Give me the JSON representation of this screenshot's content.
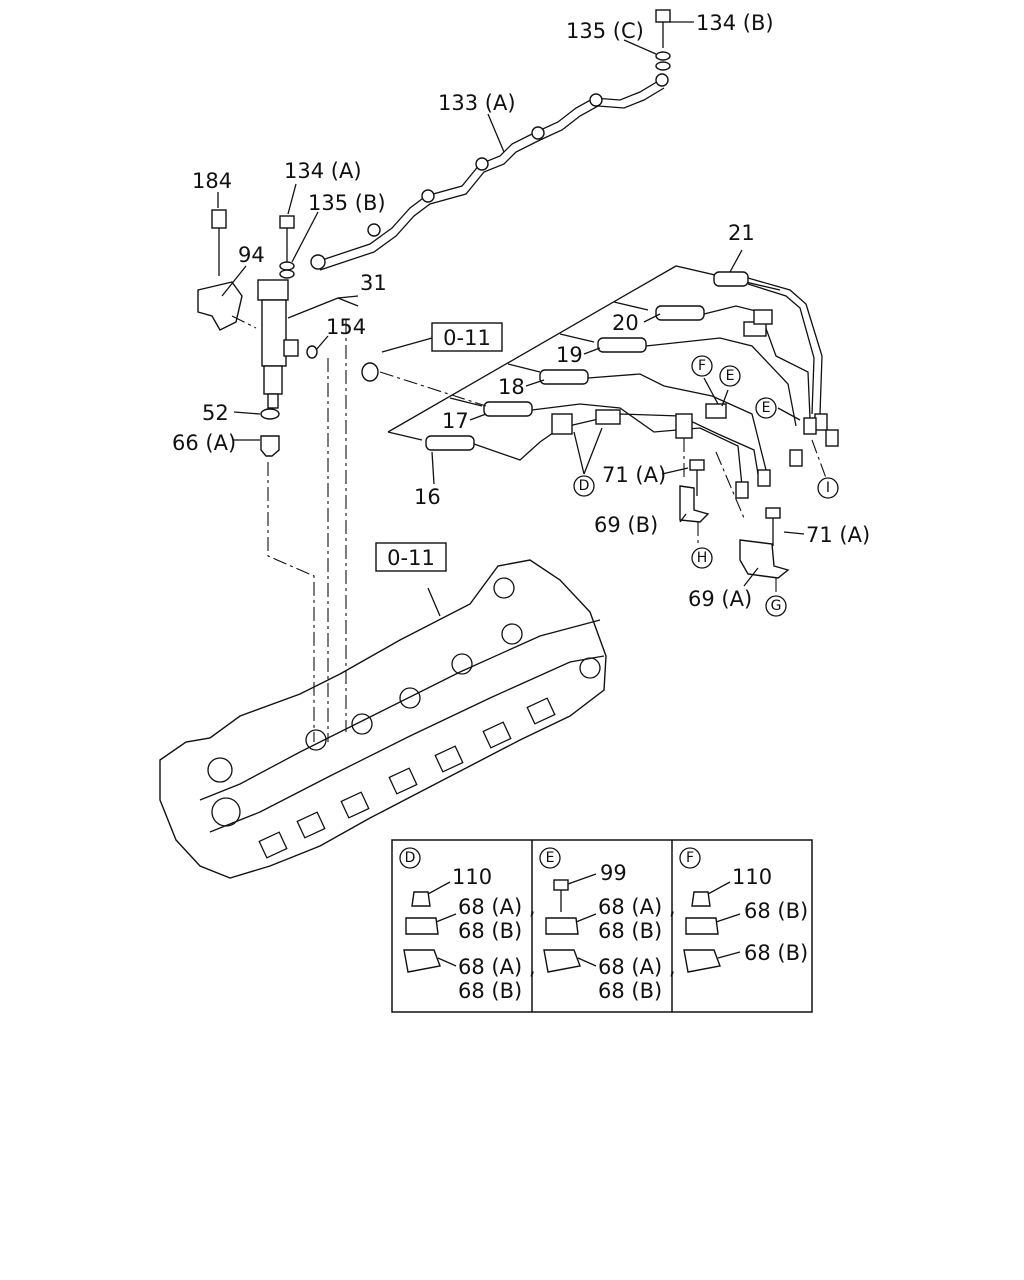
{
  "labels": {
    "l134b": "134 (B)",
    "l135c": "135 (C)",
    "l133a": "133 (A)",
    "l184": "184",
    "l134a": "134 (A)",
    "l135b": "135 (B)",
    "l94": "94",
    "l31": "31",
    "l154": "154",
    "l52": "52",
    "l66a": "66 (A)",
    "l21": "21",
    "l20": "20",
    "l19": "19",
    "l18": "18",
    "l17": "17",
    "l16": "16",
    "l71a1": "71 (A)",
    "l71a2": "71 (A)",
    "l69b": "69 (B)",
    "l69a": "69 (A)"
  },
  "refboxes": [
    "0-11",
    "0-11"
  ],
  "markers": {
    "d": "D",
    "e1": "E",
    "e2": "E",
    "f": "F",
    "i": "I",
    "h": "H",
    "g": "G"
  },
  "detail": {
    "d": {
      "marker": "D",
      "part1": "110",
      "part2a": "68 (A) ,",
      "part2b": "68 (B)",
      "part3a": "68 (A) ,",
      "part3b": "68 (B)"
    },
    "e": {
      "marker": "E",
      "part1": "99",
      "part2a": "68 (A) ,",
      "part2b": "68 (B)",
      "part3a": "68 (A) ,",
      "part3b": "68 (B)"
    },
    "f": {
      "marker": "F",
      "part1": "110",
      "part2a": "68 (B)",
      "part3a": "68 (B)"
    }
  }
}
